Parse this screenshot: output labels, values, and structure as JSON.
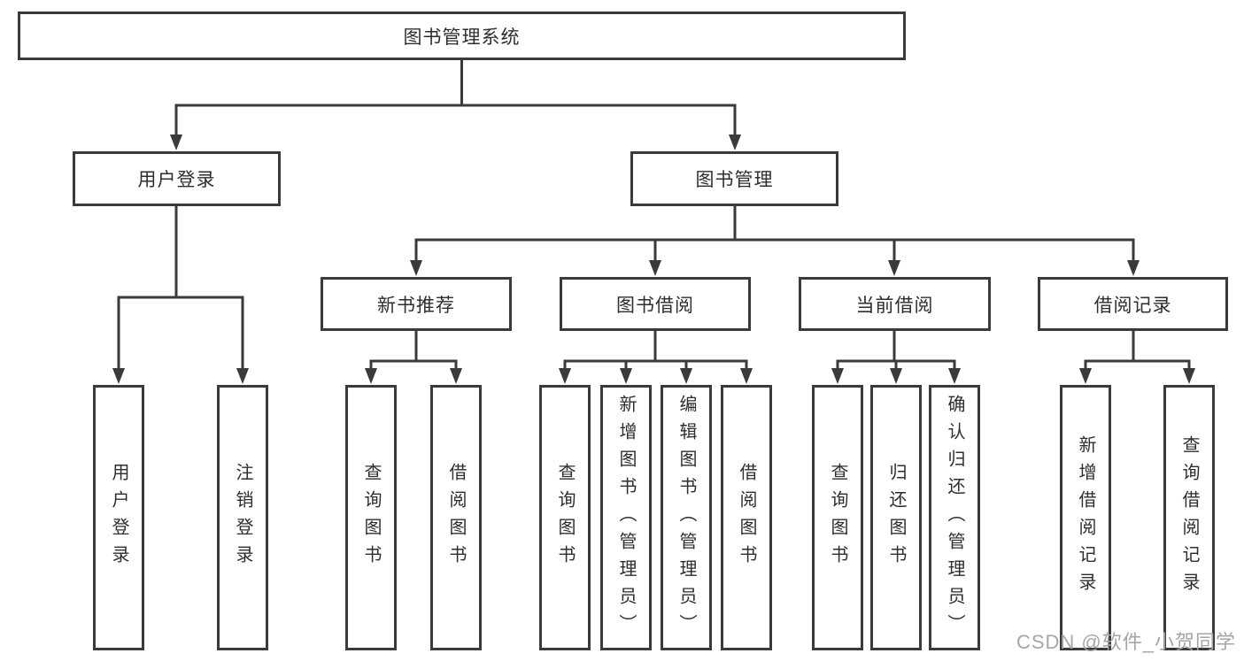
{
  "diagram": {
    "title": "图书管理系统",
    "tree": {
      "root": {
        "label": "图书管理系统",
        "children": [
          {
            "label": "用户登录",
            "children": [
              {
                "label": "用户登录"
              },
              {
                "label": "注销登录"
              }
            ]
          },
          {
            "label": "图书管理",
            "children": [
              {
                "label": "新书推荐",
                "children": [
                  {
                    "label": "查询图书"
                  },
                  {
                    "label": "借阅图书"
                  }
                ]
              },
              {
                "label": "图书借阅",
                "children": [
                  {
                    "label": "查询图书"
                  },
                  {
                    "label": "新增图书（管理员）"
                  },
                  {
                    "label": "编辑图书（管理员）"
                  },
                  {
                    "label": "借阅图书"
                  }
                ]
              },
              {
                "label": "当前借阅",
                "children": [
                  {
                    "label": "查询图书"
                  },
                  {
                    "label": "归还图书"
                  },
                  {
                    "label": "确认归还（管理员）"
                  }
                ]
              },
              {
                "label": "借阅记录",
                "children": [
                  {
                    "label": "新增借阅记录"
                  },
                  {
                    "label": "查询借阅记录"
                  }
                ]
              }
            ]
          }
        ]
      }
    },
    "colors": {
      "line": "#3a3a3a",
      "text": "#2e2e2e",
      "watermark": "#a6a6a6",
      "background": "#ffffff"
    },
    "watermark": "CSDN @软件_小贺同学"
  }
}
